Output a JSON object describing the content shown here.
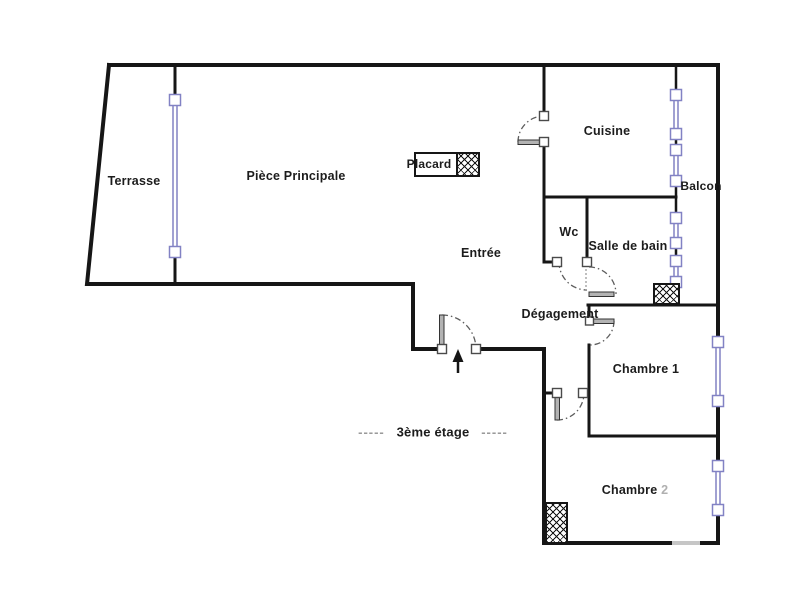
{
  "floor_plan": {
    "rooms": {
      "terrasse": {
        "label": "Terrasse"
      },
      "piece_principale": {
        "label": "Pièce Principale"
      },
      "placard": {
        "label": "Placard"
      },
      "cuisine": {
        "label": "Cuisine"
      },
      "balcon": {
        "label": "Balcon"
      },
      "wc": {
        "label": "Wc"
      },
      "salle_de_bain": {
        "label": "Salle de bain"
      },
      "entree": {
        "label": "Entrée"
      },
      "degagement": {
        "label": "Dégagement"
      },
      "chambre1": {
        "label": "Chambre 1"
      },
      "chambre2": {
        "label": "Chambre",
        "suffix": "2"
      }
    },
    "floor_indicator": {
      "dashes_left": "-----",
      "label": "3ème étage",
      "dashes_right": "-----"
    },
    "colors": {
      "wall": "#161616",
      "window": "#8282c4",
      "door_leaf": "#b3b3b3",
      "door_arc": "#5d5d5d",
      "text": "#1c1c1c",
      "muted_text": "#b0b0b0",
      "wall_gap": "#c6c6c6"
    }
  }
}
